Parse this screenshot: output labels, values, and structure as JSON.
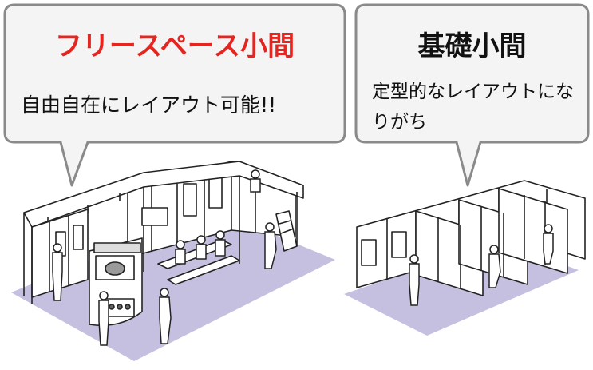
{
  "left_bubble": {
    "title": "フリースペース小間",
    "text": "自由自在にレイアウト可能!!"
  },
  "right_bubble": {
    "title": "基礎小間",
    "text": "定型的なレイアウトになりがち"
  },
  "colors": {
    "accent_red": "#e52620",
    "floor_purple": "#c5c0e0",
    "bubble_fill": "#f4f4f4",
    "bubble_border": "#8a8a8a",
    "line": "#222222"
  },
  "illustrations": {
    "left": "free-space-booth-illustration",
    "right": "basic-booth-illustration"
  }
}
